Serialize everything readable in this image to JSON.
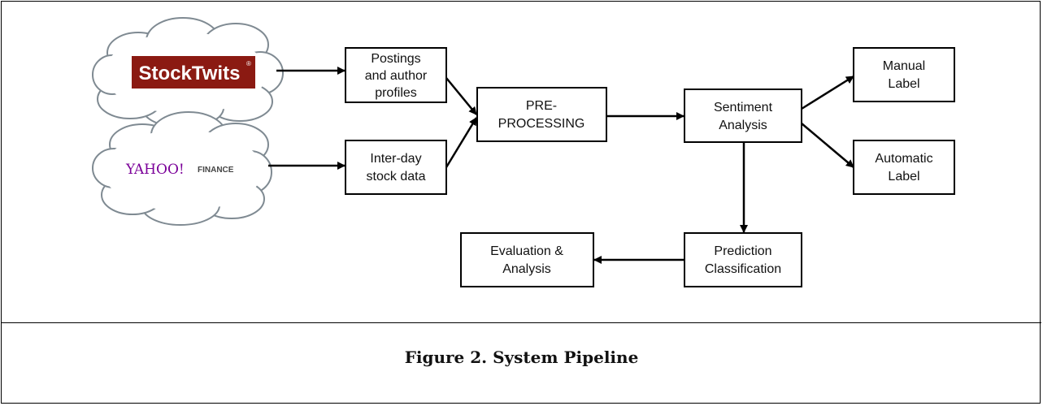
{
  "sources": {
    "stocktwits": {
      "logo_text": "StockTwits",
      "registered_mark": "®",
      "brand_color": "#8B1A12"
    },
    "yahoo": {
      "logo_text": "YAHOO!",
      "suffix_text": "FINANCE",
      "brand_color": "#7B0099"
    }
  },
  "nodes": {
    "postings": [
      "Postings",
      "and author",
      "profiles"
    ],
    "interday": [
      "Inter-day",
      "stock data"
    ],
    "preprocessing": [
      "PRE-",
      "PROCESSING"
    ],
    "sentiment": [
      "Sentiment",
      "Analysis"
    ],
    "manual": [
      "Manual",
      "Label"
    ],
    "automatic": [
      "Automatic",
      "Label"
    ],
    "prediction": [
      "Prediction",
      "Classification"
    ],
    "evaluation": [
      "Evaluation &",
      "Analysis"
    ]
  },
  "caption": "Figure 2. System Pipeline"
}
